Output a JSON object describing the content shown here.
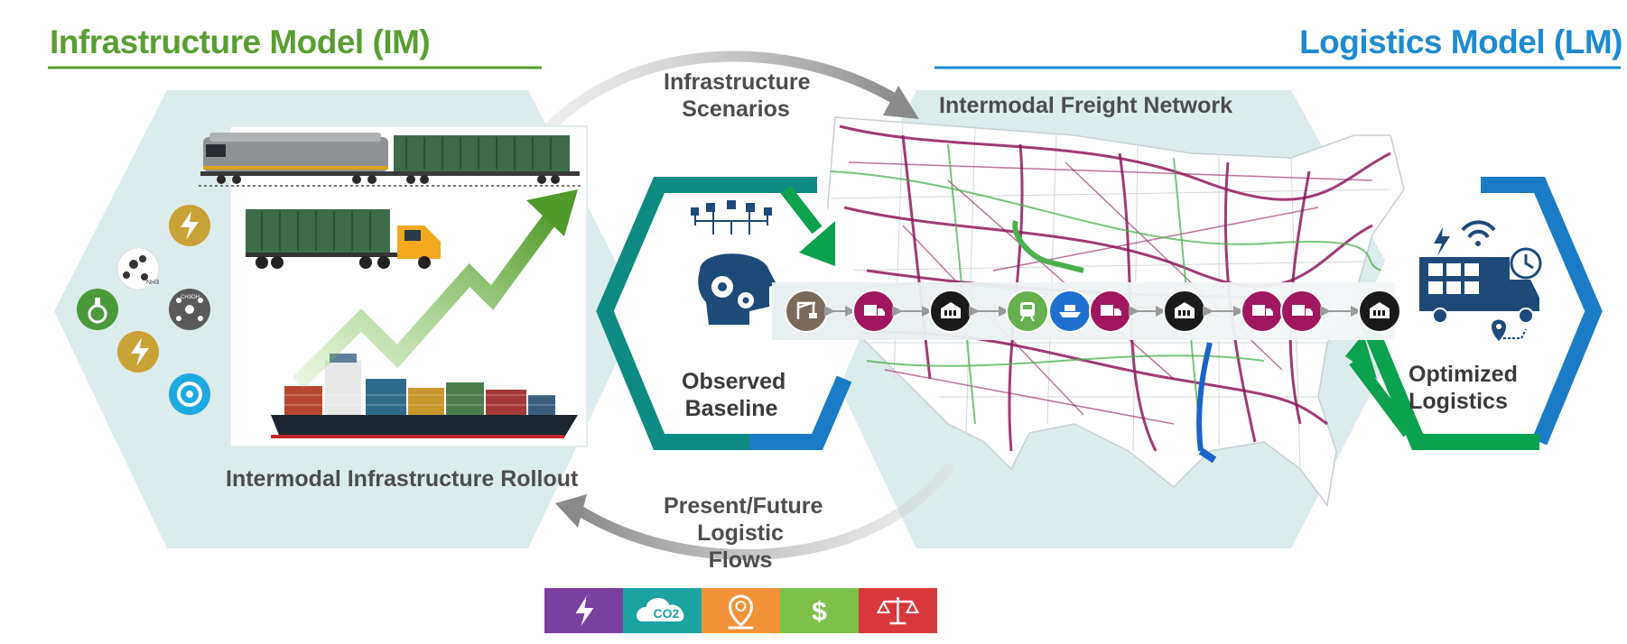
{
  "titles": {
    "infrastructure_model": "Infrastructure Model (IM)",
    "logistics_model": "Logistics Model (LM)"
  },
  "labels": {
    "infrastructure_scenarios": "Infrastructure Scenarios",
    "intermodal_freight_network": "Intermodal Freight Network",
    "intermodal_infrastructure_rollout": "Intermodal Infrastructure Rollout",
    "present_future_logistic_flows": "Present/Future Logistic Flows",
    "observed_baseline": "Observed Baseline",
    "optimized_logistics": "Optimized Logistics"
  },
  "im_icon_labels": {
    "nh3": "NH3",
    "ch3oh": "CH3OH"
  },
  "chain_nodes": [
    {
      "icon": "crane-icon",
      "color": "#7a6a5c"
    },
    {
      "icon": "truck-icon",
      "color": "#a0175e"
    },
    {
      "icon": "warehouse-icon",
      "color": "#1a1a1a"
    },
    {
      "icon": "train-icon",
      "color": "#66b04f"
    },
    {
      "icon": "ship-icon",
      "color": "#1f6fd1"
    },
    {
      "icon": "truck-icon",
      "color": "#a0175e"
    },
    {
      "icon": "warehouse-icon",
      "color": "#1a1a1a"
    },
    {
      "icon": "truck-icon",
      "color": "#a0175e"
    },
    {
      "icon": "truck-icon",
      "color": "#a0175e"
    },
    {
      "icon": "warehouse-icon",
      "color": "#1a1a1a"
    }
  ],
  "metrics": [
    {
      "icon": "lightning-icon",
      "label": "",
      "color": "#7b3fa0"
    },
    {
      "icon": "co2-cloud-icon",
      "label": "CO2",
      "color": "#1aa3a0"
    },
    {
      "icon": "clock-pin-icon",
      "label": "",
      "color": "#f29238"
    },
    {
      "icon": "dollar-icon",
      "label": "$",
      "color": "#7cc24a"
    },
    {
      "icon": "scales-icon",
      "label": "",
      "color": "#d9383a"
    }
  ],
  "colors": {
    "im_green": "#5a9e32",
    "lm_blue": "#1e8bd0",
    "hex_fill": "#dcebec",
    "baseline_teal": "#0d8b83",
    "baseline_blue": "#1b7bc4",
    "rail_magenta": "#8d1a5c",
    "route_green": "#4caf50",
    "water_blue": "#1c63c8"
  }
}
